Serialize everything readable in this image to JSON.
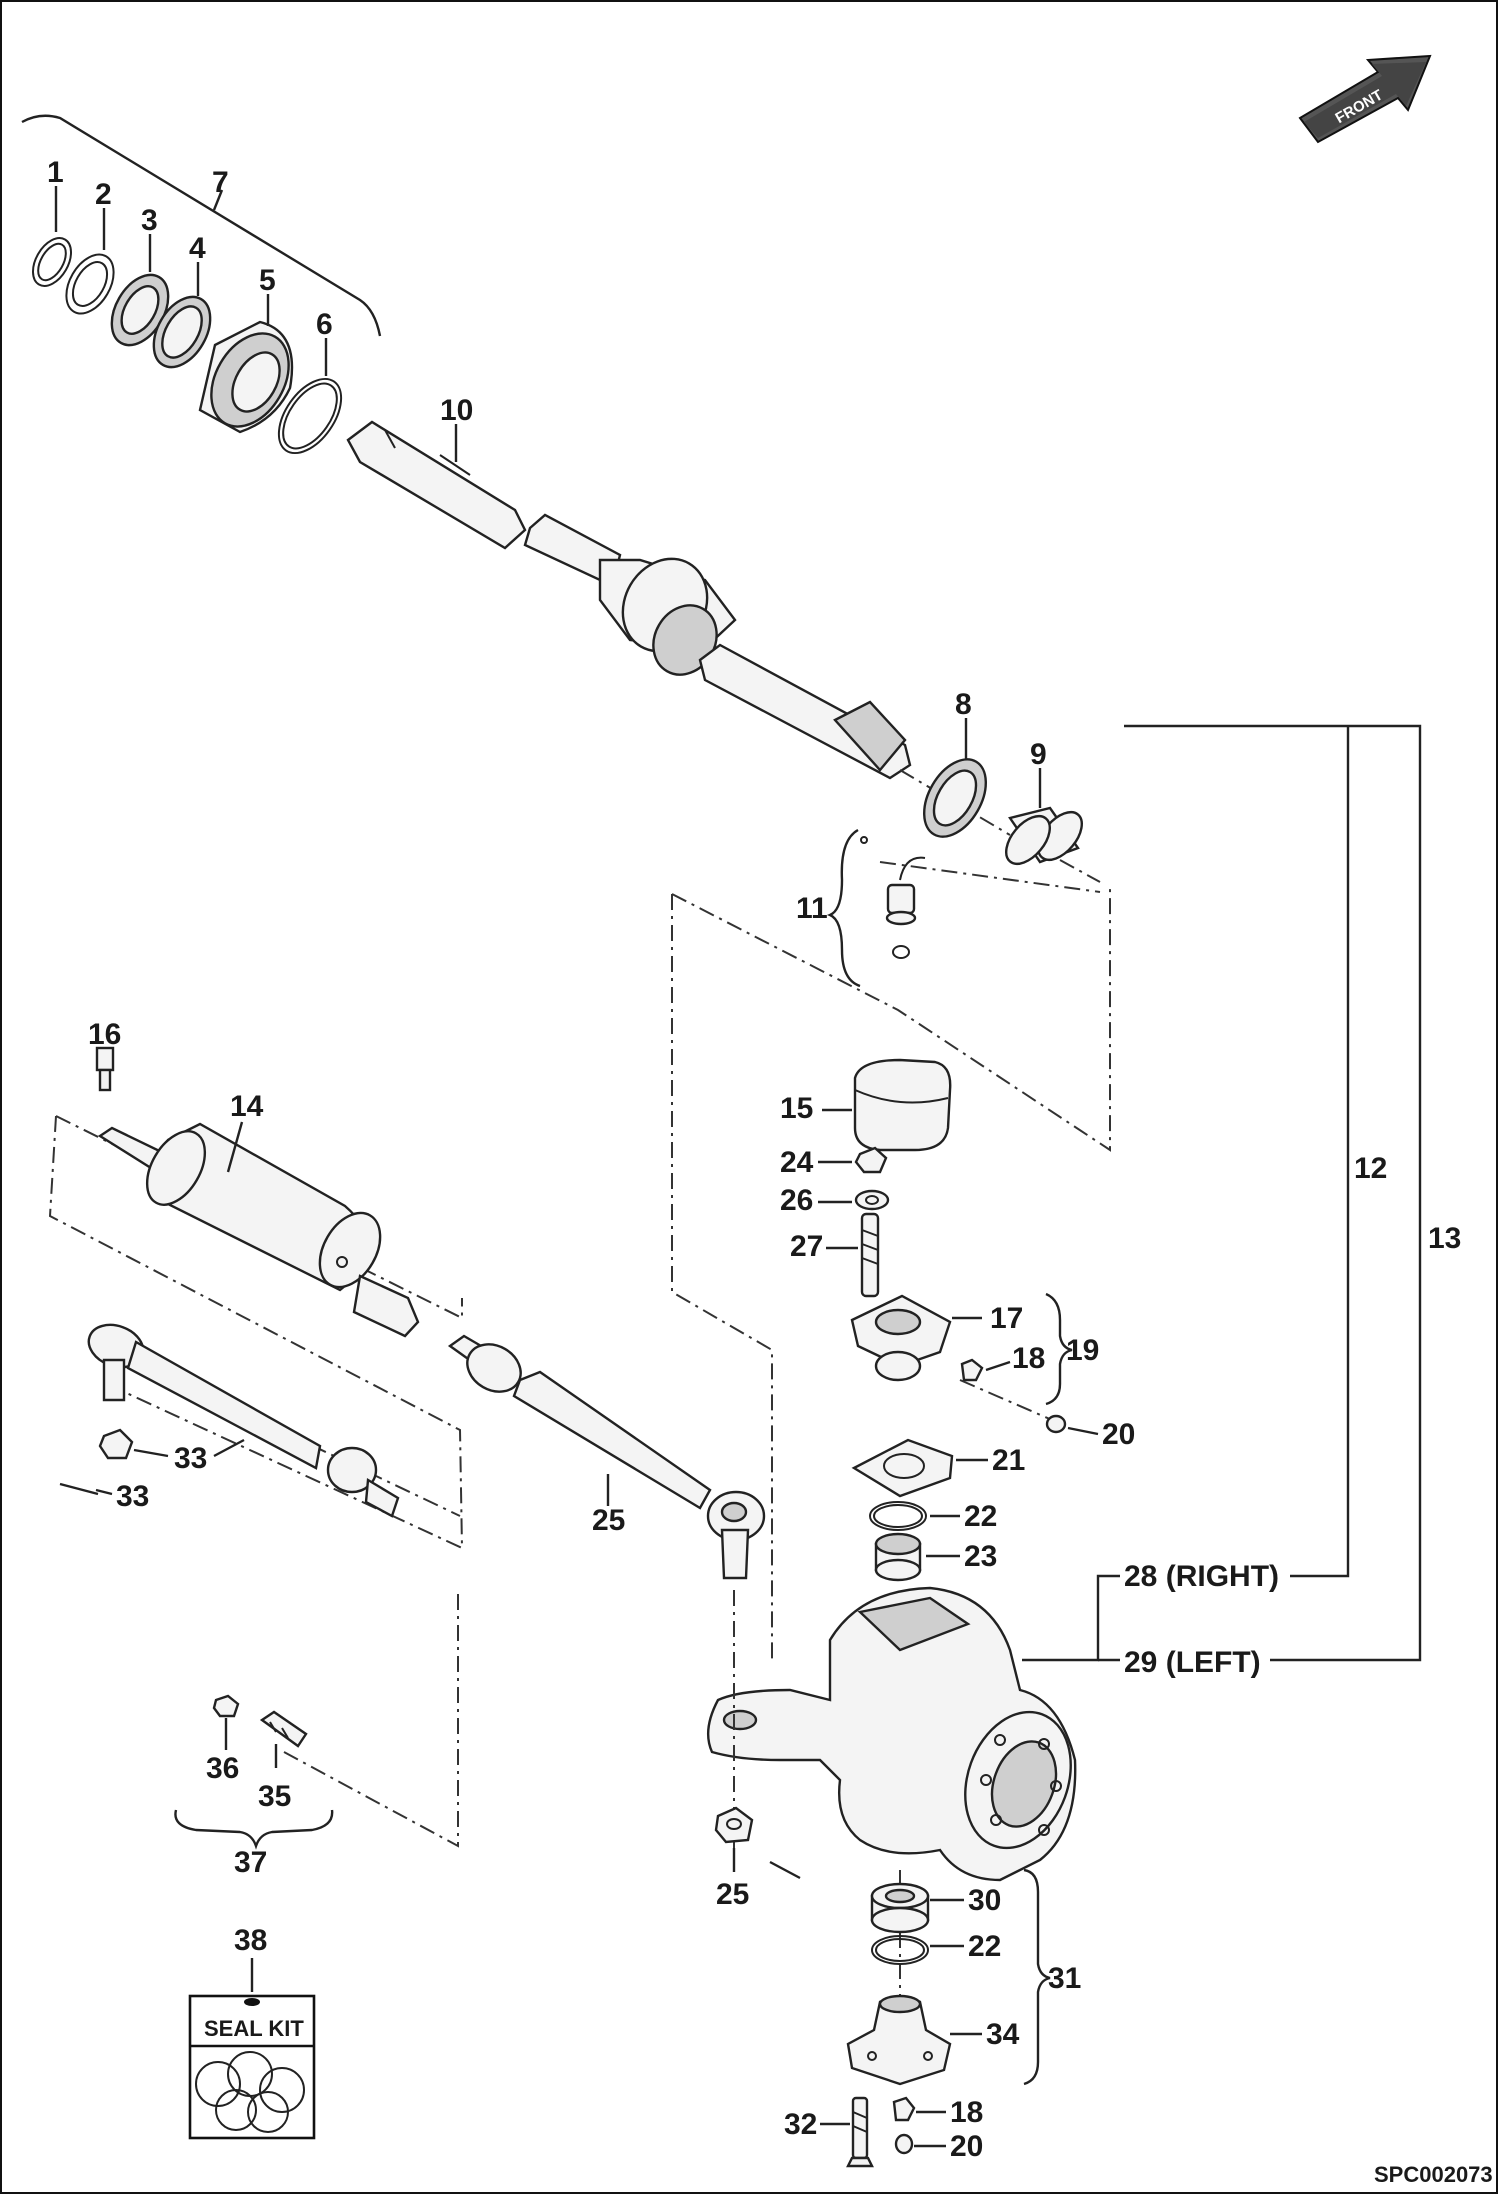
{
  "direction_arrow": {
    "label": "FRONT",
    "icon": "front-arrow-icon"
  },
  "callouts": {
    "c1": "1",
    "c2": "2",
    "c3": "3",
    "c4": "4",
    "c5": "5",
    "c6": "6",
    "c7": "7",
    "c8": "8",
    "c9": "9",
    "c10": "10",
    "c11": "11",
    "c12": "12",
    "c13": "13",
    "c14": "14",
    "c15": "15",
    "c16": "16",
    "c17": "17",
    "c18a": "18",
    "c18b": "18",
    "c19": "19",
    "c20a": "20",
    "c20b": "20",
    "c21": "21",
    "c22a": "22",
    "c22b": "22",
    "c23": "23",
    "c24": "24",
    "c25a": "25",
    "c25b": "25",
    "c26": "26",
    "c27": "27",
    "c28": "28 (RIGHT)",
    "c29": "29 (LEFT)",
    "c30": "30",
    "c31": "31",
    "c32": "32",
    "c33a": "33",
    "c33b": "33",
    "c34": "34",
    "c35": "35",
    "c36": "36",
    "c37": "37",
    "c38": "38"
  },
  "seal_kit": {
    "label": "SEAL KIT",
    "icon": "seal-kit-rings-icon"
  },
  "drawing_code": "SPC002073"
}
